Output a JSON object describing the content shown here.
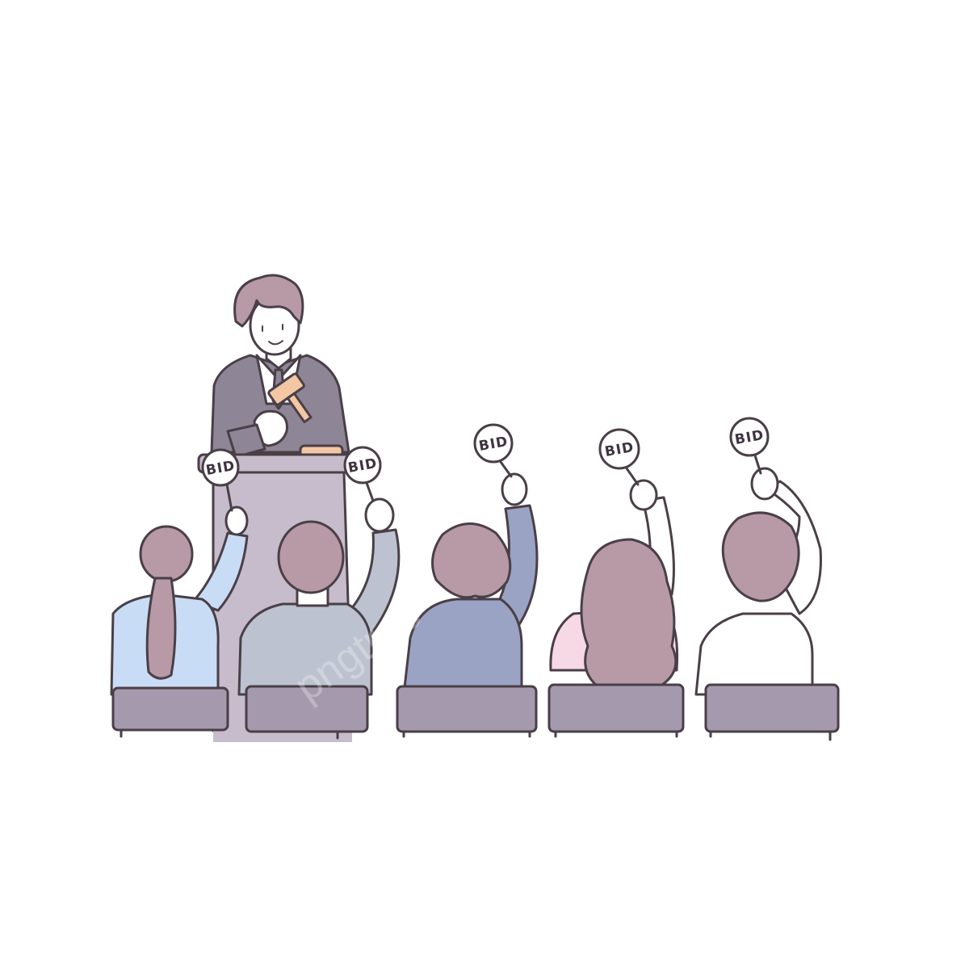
{
  "illustration": {
    "subject": "auction",
    "paddles": [
      {
        "label": "BID"
      },
      {
        "label": "BID"
      },
      {
        "label": "BID"
      },
      {
        "label": "BID"
      },
      {
        "label": "BID"
      }
    ],
    "watermark": "pngtree"
  },
  "colors": {
    "background": "#ffffff",
    "outline": "#4a3f47",
    "hair": "#b79aa6",
    "suit": "#8e8696",
    "podium": "#c7bccb",
    "chair": "#a59aad",
    "shirt_blue": "#c9dcf5",
    "shirt_gray": "#bcc2cf",
    "jacket_navy": "#9aa3c4",
    "shirt_pink": "#f7d9e6",
    "gavel": "#f3c7a4"
  }
}
